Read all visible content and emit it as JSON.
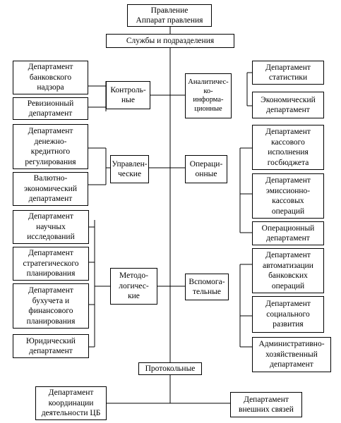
{
  "top": {
    "board": "Правление\nАппарат правления",
    "services": "Службы и подразделения",
    "protocol": "Протокольные"
  },
  "groups": {
    "control": "Контроль-\nные",
    "management": "Управлен-\nческие",
    "methodological": "Методо-\nлогичес-\nкие",
    "analytical": "Аналитичес-\nко-\nинформа-\nционные",
    "operational": "Операци-\nонные",
    "auxiliary": "Вспомога-\nтельные"
  },
  "departments": {
    "banking_supervision": "Департамент\nбанковского\nнадзора",
    "audit": "Ревизионный\nдепартамент",
    "monetary_credit": "Департамент\nденежно-\nкредитного\nрегулирования",
    "fx_economic": "Валютно-\nэкономический\nдепартамент",
    "research": "Департамент\nнаучных\nисследований",
    "strategic_planning": "Департамент\nстратегического\nпланирования",
    "accounting_finance": "Департамент\nбухучета и\nфинансового\nпланирования",
    "legal": "Юридический\nдепартамент",
    "statistics": "Департамент\nстатистики",
    "economic": "Экономический\nдепартамент",
    "cash_budget": "Департамент\nкассового\nисполнения\nгосбюджета",
    "emission_cash": "Департамент\nэмиссионно-\nкассовых\nопераций",
    "operations": "Операционный\nдепартамент",
    "automation": "Департамент\nавтоматизации\nбанковских\nопераций",
    "social": "Департамент\nсоциального\nразвития",
    "admin_economic": "Административно-\nхозяйственный\nдепартамент",
    "cb_coordination": "Департамент\nкоординации\nдеятельности ЦБ",
    "external_relations": "Департамент\nвнешних связей"
  }
}
